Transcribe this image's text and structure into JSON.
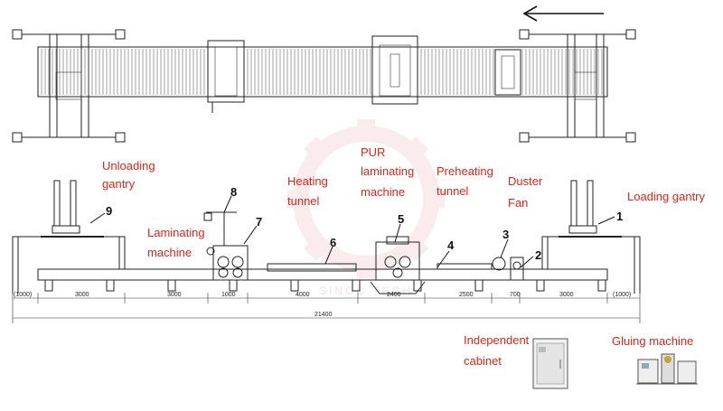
{
  "labels": {
    "unloading_gantry": [
      "Unloading",
      "gantry"
    ],
    "laminating_machine": [
      "Laminating",
      "machine"
    ],
    "heating_tunnel": [
      "Heating",
      "tunnel"
    ],
    "pur_laminating_machine": [
      "PUR",
      "laminating",
      "machine"
    ],
    "preheating_tunnel": [
      "Preheating",
      "tunnel"
    ],
    "duster_fan": [
      "Duster",
      "Fan"
    ],
    "loading_gantry": [
      "Loading gantry"
    ],
    "independent_cabinet": [
      "Independent",
      "cabinet"
    ],
    "gluing_machine": [
      "Gluing machine"
    ]
  },
  "callouts": [
    "1",
    "2",
    "3",
    "4",
    "5",
    "6",
    "7",
    "8",
    "9"
  ],
  "dimensions": {
    "segments": [
      "(1000)",
      "3000",
      "3000",
      "1000",
      "4000",
      "2400",
      "2500",
      "700",
      "3000",
      "(1000)"
    ],
    "total": "21400"
  },
  "watermark_text": "SINOC TECH",
  "colors": {
    "label": "#e0241b",
    "drawing": "#222222",
    "watermark": "#f3c9c9"
  },
  "icons": [
    "direction-arrow-icon"
  ]
}
